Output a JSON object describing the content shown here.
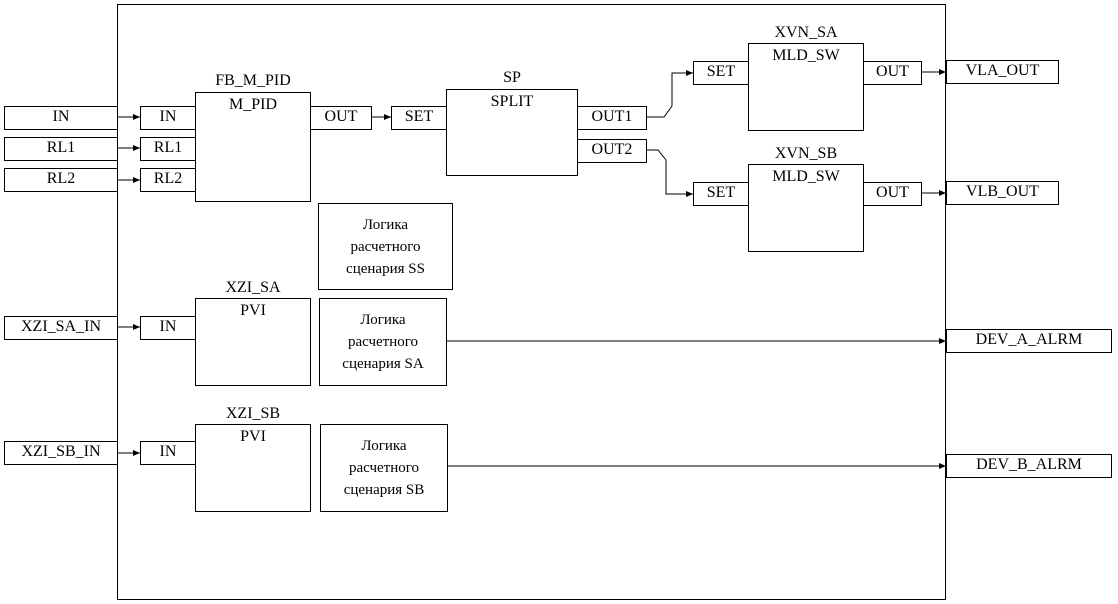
{
  "outer_inputs": [
    {
      "id": "in",
      "label": "IN"
    },
    {
      "id": "rl1",
      "label": "RL1"
    },
    {
      "id": "rl2",
      "label": "RL2"
    },
    {
      "id": "xzi-sa-in",
      "label": "XZI_SA_IN"
    },
    {
      "id": "xzi-sb-in",
      "label": "XZI_SB_IN"
    }
  ],
  "outer_outputs": [
    {
      "id": "vla-out",
      "label": "VLA_OUT"
    },
    {
      "id": "vlb-out",
      "label": "VLB_OUT"
    },
    {
      "id": "dev-a-alrm",
      "label": "DEV_A_ALRM"
    },
    {
      "id": "dev-b-alrm",
      "label": "DEV_B_ALRM"
    }
  ],
  "blocks": {
    "pid": {
      "instance": "FB_M_PID",
      "type": "M_PID",
      "inputs": [
        "IN",
        "RL1",
        "RL2"
      ],
      "outputs": [
        "OUT"
      ]
    },
    "split": {
      "instance": "SP",
      "type": "SPLIT",
      "inputs": [
        "SET"
      ],
      "outputs": [
        "OUT1",
        "OUT2"
      ]
    },
    "xvn_sa": {
      "instance": "XVN_SA",
      "type": "MLD_SW",
      "inputs": [
        "SET"
      ],
      "outputs": [
        "OUT"
      ]
    },
    "xvn_sb": {
      "instance": "XVN_SB",
      "type": "MLD_SW",
      "inputs": [
        "SET"
      ],
      "outputs": [
        "OUT"
      ]
    },
    "xzi_sa": {
      "instance": "XZI_SA",
      "type": "PVI",
      "inputs": [
        "IN"
      ]
    },
    "xzi_sb": {
      "instance": "XZI_SB",
      "type": "PVI",
      "inputs": [
        "IN"
      ]
    }
  },
  "logic": {
    "ss": [
      "Логика",
      "расчетного",
      "сценария SS"
    ],
    "sa": [
      "Логика",
      "расчетного",
      "сценария SA"
    ],
    "sb": [
      "Логика",
      "расчетного",
      "сценария SB"
    ]
  }
}
